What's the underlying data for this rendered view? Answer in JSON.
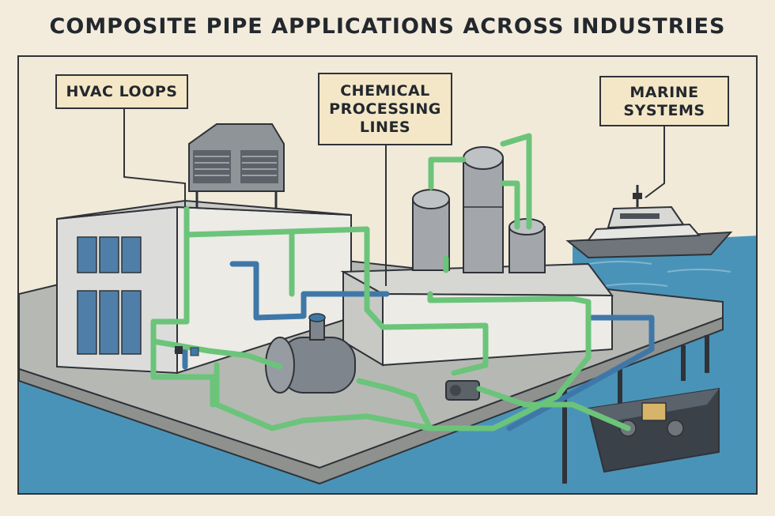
{
  "title": "COMPOSITE PIPE APPLICATIONS ACROSS INDUSTRIES",
  "callouts": {
    "hvac": {
      "lines": [
        "HVAC LOOPS"
      ]
    },
    "chemical": {
      "lines": [
        "CHEMICAL",
        "PROCESSING",
        "LINES"
      ]
    },
    "marine": {
      "lines": [
        "MARINE",
        "SYSTEMS"
      ]
    }
  },
  "colors": {
    "pipe_green": "#6bc47a",
    "pipe_blue": "#3f78a8",
    "water": "#4a93b8",
    "background": "#f3ecdc",
    "callout_fill": "#f4e7c7",
    "outline": "#2f3338"
  }
}
